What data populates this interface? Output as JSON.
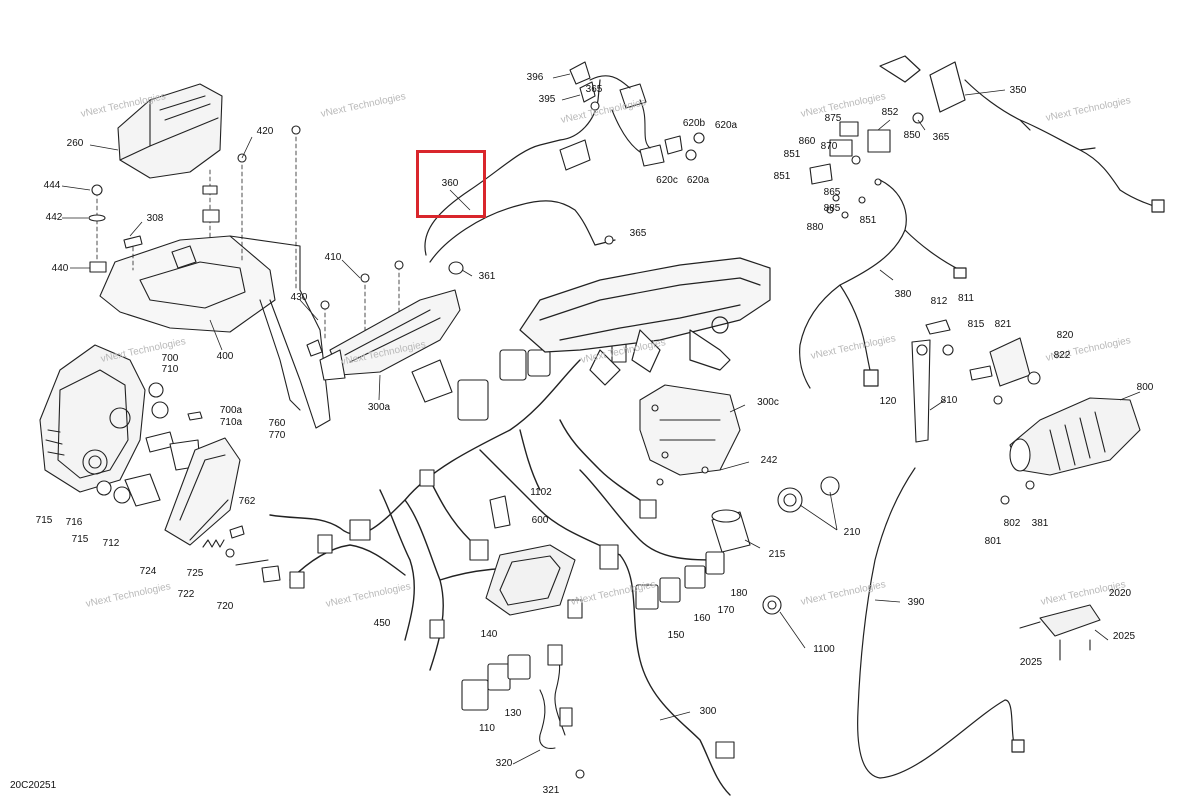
{
  "diagram": {
    "reference_code": "20C20251",
    "watermark_text": "vNext Technologies",
    "highlight_color": "#d9262c",
    "highlighted_part": "360",
    "line_color": "#222222",
    "labels": [
      "396",
      "395",
      "365",
      "620b",
      "620a",
      "620c",
      "620a",
      "360",
      "365",
      "361",
      "260",
      "420",
      "444",
      "442",
      "308",
      "440",
      "400",
      "410",
      "430",
      "300a",
      "700",
      "710",
      "700a",
      "710a",
      "760",
      "770",
      "715",
      "716",
      "715",
      "712",
      "762",
      "724",
      "725",
      "722",
      "720",
      "450",
      "1102",
      "600",
      "300c",
      "242",
      "215",
      "210",
      "140",
      "130",
      "110",
      "320",
      "321",
      "300",
      "150",
      "160",
      "170",
      "180",
      "1100",
      "390",
      "350",
      "852",
      "875",
      "850",
      "365",
      "860",
      "870",
      "851",
      "851",
      "865",
      "885",
      "880",
      "851",
      "380",
      "812",
      "811",
      "815",
      "821",
      "820",
      "822",
      "120",
      "810",
      "800",
      "802",
      "381",
      "801",
      "2020",
      "2025",
      "2025"
    ]
  }
}
